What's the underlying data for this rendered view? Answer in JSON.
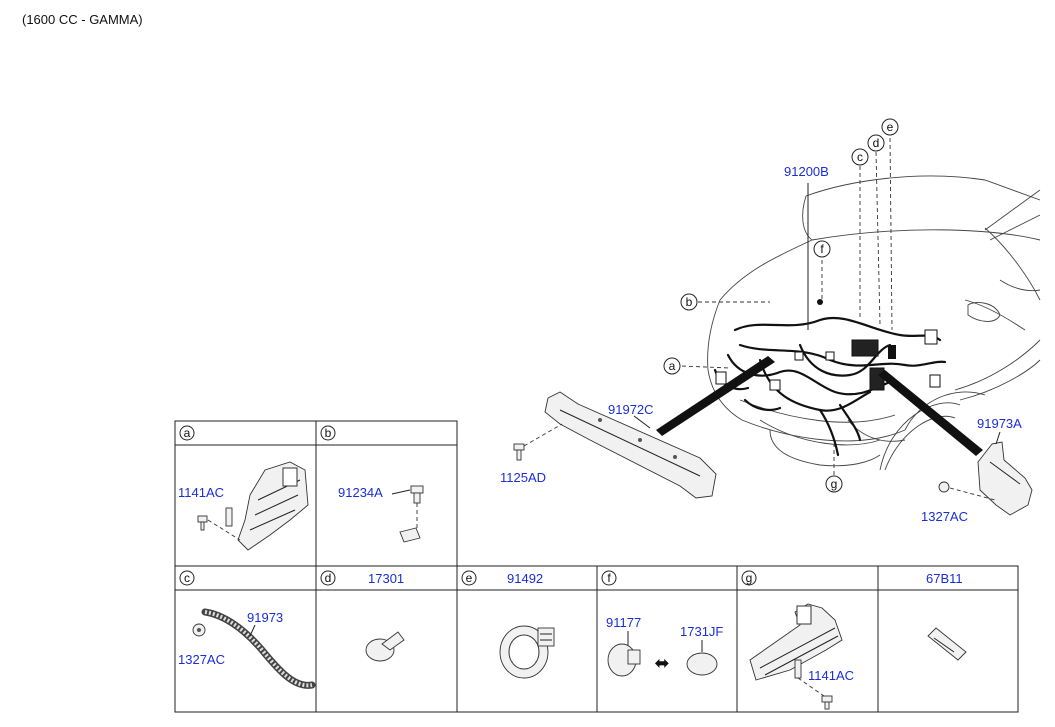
{
  "header": {
    "engine_variant": "(1600 CC - GAMMA)"
  },
  "main_view": {
    "callouts": {
      "a": "a",
      "b": "b",
      "c": "c",
      "d": "d",
      "e": "e",
      "f": "f",
      "g": "g"
    },
    "part_numbers": {
      "wiring_harness": "91200B",
      "front_bracket": "91972C",
      "bolt": "1125AD",
      "side_bracket": "91973A",
      "clip": "1327AC"
    }
  },
  "detail_table": {
    "cells": [
      {
        "letter": "a",
        "title": "",
        "parts": [
          "1141AC"
        ]
      },
      {
        "letter": "b",
        "title": "",
        "parts": [
          "91234A"
        ]
      },
      {
        "letter": "c",
        "title": "",
        "parts": [
          "91973",
          "1327AC"
        ]
      },
      {
        "letter": "d",
        "title": "17301",
        "parts": []
      },
      {
        "letter": "e",
        "title": "91492",
        "parts": []
      },
      {
        "letter": "f",
        "title": "",
        "parts": [
          "91177",
          "1731JF"
        ]
      },
      {
        "letter": "g",
        "title": "",
        "parts": [
          "1141AC"
        ]
      },
      {
        "letter": "",
        "title": "67B11",
        "parts": []
      }
    ],
    "interchange_symbol": "⬌"
  }
}
